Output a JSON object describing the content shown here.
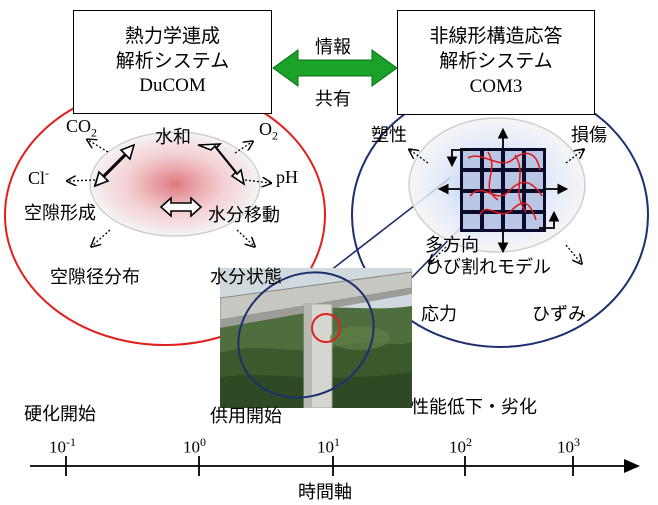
{
  "left_box": {
    "line1": "熱力学連成",
    "line2": "解析システム",
    "line3": "DuCOM"
  },
  "right_box": {
    "line1": "非線形構造応答",
    "line2": "解析システム",
    "line3": "COM3"
  },
  "link": {
    "top": "情報",
    "bottom": "共有"
  },
  "left_circle": {
    "co2": "CO",
    "co2_sub": "2",
    "o2": "O",
    "o2_sub": "2",
    "cl": "Cl",
    "cl_sup": "-",
    "ph": "pH",
    "hydration": "水和",
    "pore_formation": "空隙形成",
    "moisture_transfer": "水分移動",
    "pore_distribution": "空隙径分布",
    "moisture_state": "水分状態"
  },
  "right_circle": {
    "plasticity": "塑性",
    "damage": "損傷",
    "crack_model_line1": "多方向",
    "crack_model_line2": "ひび割れモデル",
    "stress": "応力",
    "strain": "ひずみ"
  },
  "timeline": {
    "hardening_start": "硬化開始",
    "service_start": "供用開始",
    "degradation": "性能低下・劣化",
    "axis_label": "時間軸",
    "ticks": [
      {
        "base": "10",
        "exp": "-1"
      },
      {
        "base": "10",
        "exp": "0"
      },
      {
        "base": "10",
        "exp": "1"
      },
      {
        "base": "10",
        "exp": "2"
      },
      {
        "base": "10",
        "exp": "3"
      }
    ]
  },
  "colors": {
    "left_circle": "#e0201c",
    "right_circle": "#1c2f6e",
    "link_arrow": "#1aa328",
    "crack": "#e01818"
  }
}
